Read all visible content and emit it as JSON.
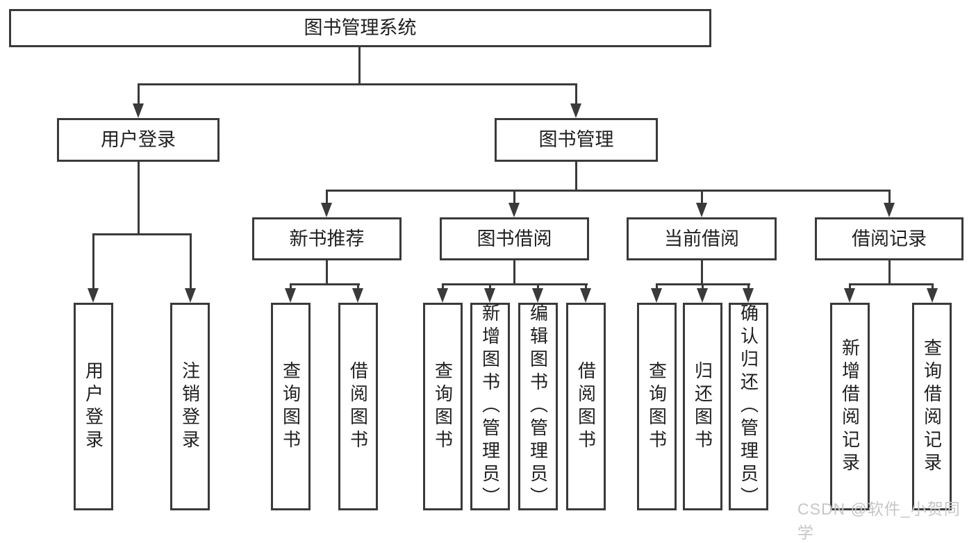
{
  "diagram_title": "图书管理系统",
  "nodes": {
    "root": "图书管理系统",
    "user_login": "用户登录",
    "book_mgmt": "图书管理",
    "new_book_rec": "新书推荐",
    "book_borrow": "图书借阅",
    "current_borrow": "当前借阅",
    "borrow_records": "借阅记录",
    "leaf_user_login": "用户登录",
    "leaf_logout": "注销登录",
    "rec_query_books": "查询图书",
    "rec_borrow_books": "借阅图书",
    "bb_query_books": "查询图书",
    "bb_add_books": "新增图书（管理员）",
    "bb_edit_books": "编辑图书（管理员）",
    "bb_borrow_books": "借阅图书",
    "cb_query_books": "查询图书",
    "cb_return_books": "归还图书",
    "cb_confirm_return": "确认归还（管理员）",
    "br_add_record": "新增借阅记录",
    "br_query_record": "查询借阅记录"
  },
  "watermark": "CSDN @软件_小贺同学",
  "colors": {
    "line": "#3a3a3a",
    "text": "#1f1f1f",
    "background": "#ffffff",
    "watermark": "#c6c6c6"
  }
}
